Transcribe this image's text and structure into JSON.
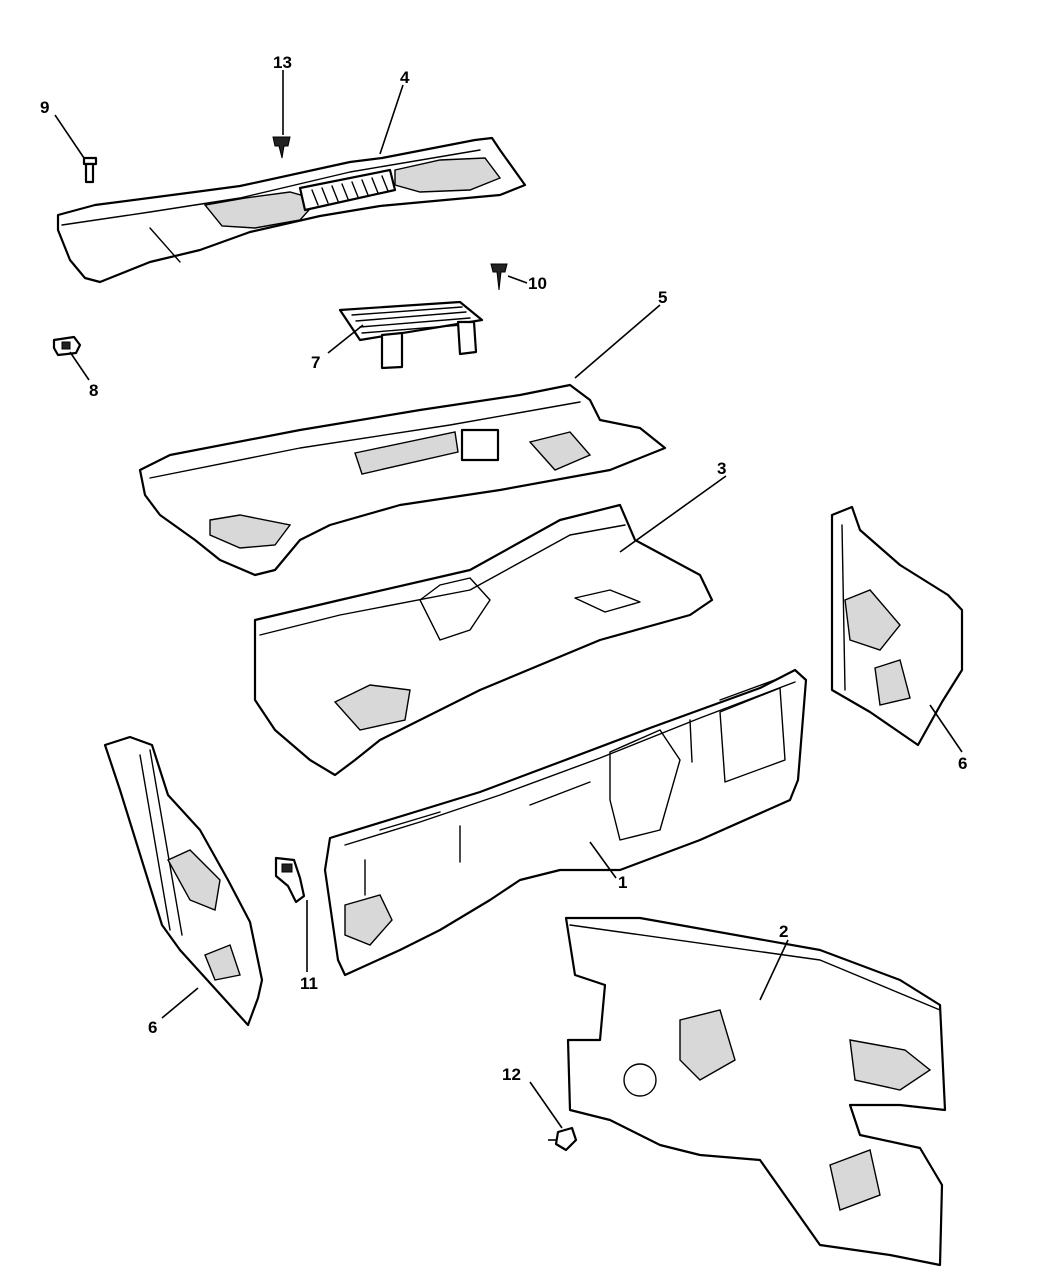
{
  "callouts": {
    "c1": "1",
    "c2": "2",
    "c3": "3",
    "c4": "4",
    "c5": "5",
    "c6a": "6",
    "c6b": "6",
    "c7": "7",
    "c8": "8",
    "c9": "9",
    "c10": "10",
    "c11": "11",
    "c12": "12",
    "c13": "13"
  },
  "colors": {
    "line": "#000000",
    "background": "#ffffff",
    "shading": "#d8d8d8"
  }
}
